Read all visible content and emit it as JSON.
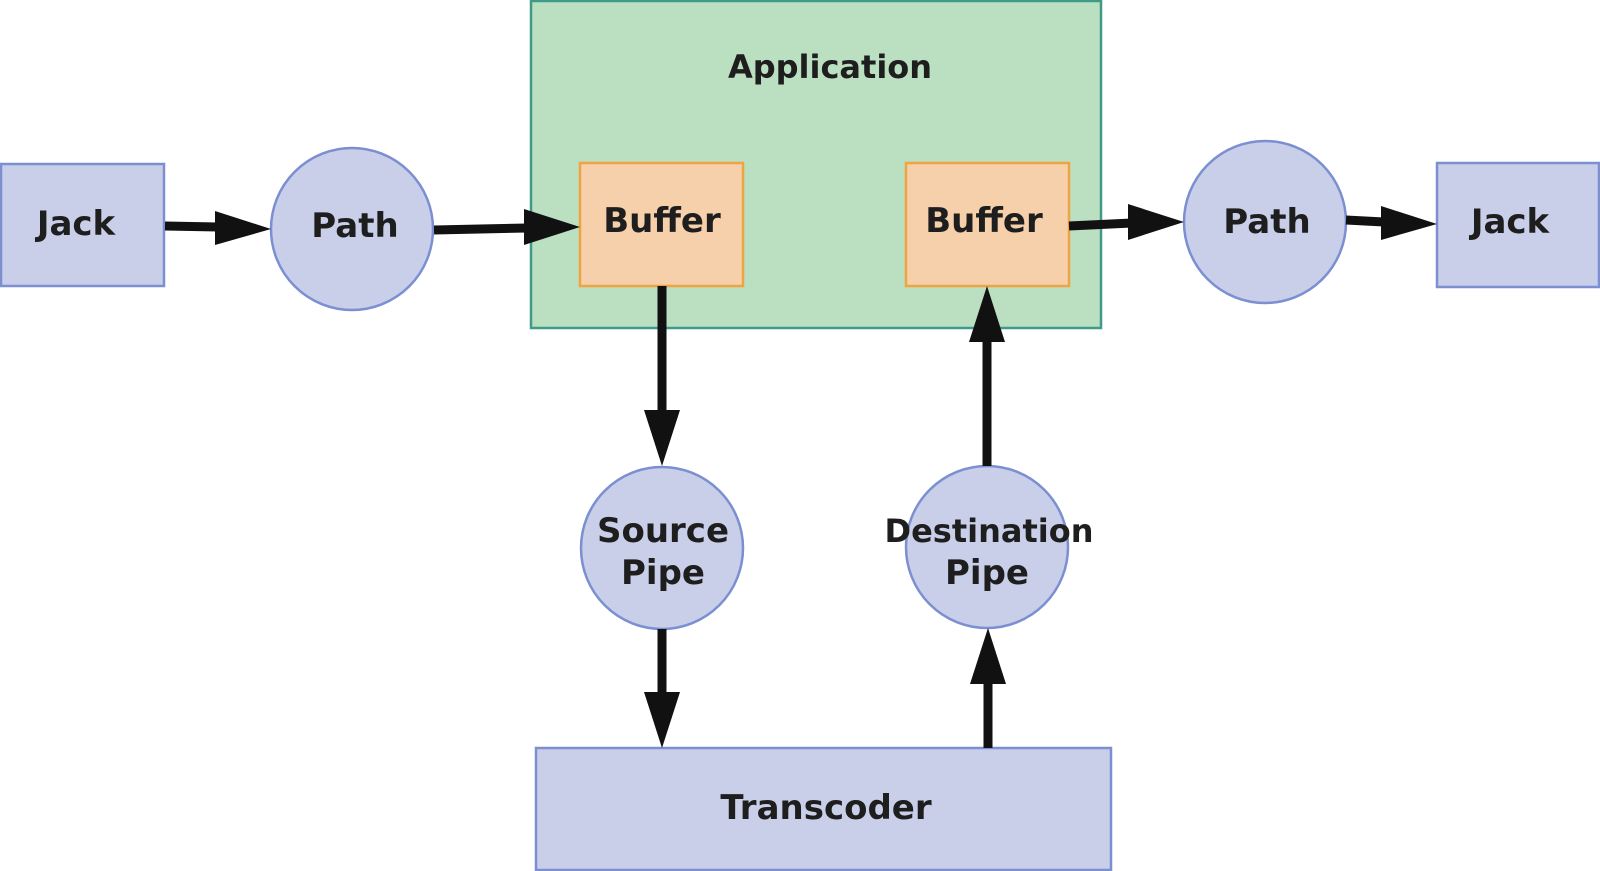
{
  "colors": {
    "application_fill": "#bbdfc1",
    "application_stroke": "#3f9a87",
    "buffer_fill": "#f5d0ab",
    "buffer_stroke": "#f0a441",
    "node_fill": "#c9cfe9",
    "node_stroke": "#7b8fd1",
    "arrow": "#111111"
  },
  "nodes": {
    "application": {
      "label": "Application"
    },
    "jack_in": {
      "label": "Jack"
    },
    "path_in": {
      "label": "Path"
    },
    "buffer_in": {
      "label": "Buffer"
    },
    "buffer_out": {
      "label": "Buffer"
    },
    "path_out": {
      "label": "Path"
    },
    "jack_out": {
      "label": "Jack"
    },
    "source_pipe": {
      "label_line1": "Source",
      "label_line2": "Pipe"
    },
    "destination_pipe": {
      "label_line1": "Destination",
      "label_line2": "Pipe"
    },
    "transcoder": {
      "label": "Transcoder"
    }
  },
  "edges": [
    {
      "from": "jack_in",
      "to": "path_in"
    },
    {
      "from": "path_in",
      "to": "buffer_in"
    },
    {
      "from": "buffer_in",
      "to": "source_pipe"
    },
    {
      "from": "source_pipe",
      "to": "transcoder"
    },
    {
      "from": "transcoder",
      "to": "destination_pipe"
    },
    {
      "from": "destination_pipe",
      "to": "buffer_out"
    },
    {
      "from": "buffer_out",
      "to": "path_out"
    },
    {
      "from": "path_out",
      "to": "jack_out"
    }
  ]
}
